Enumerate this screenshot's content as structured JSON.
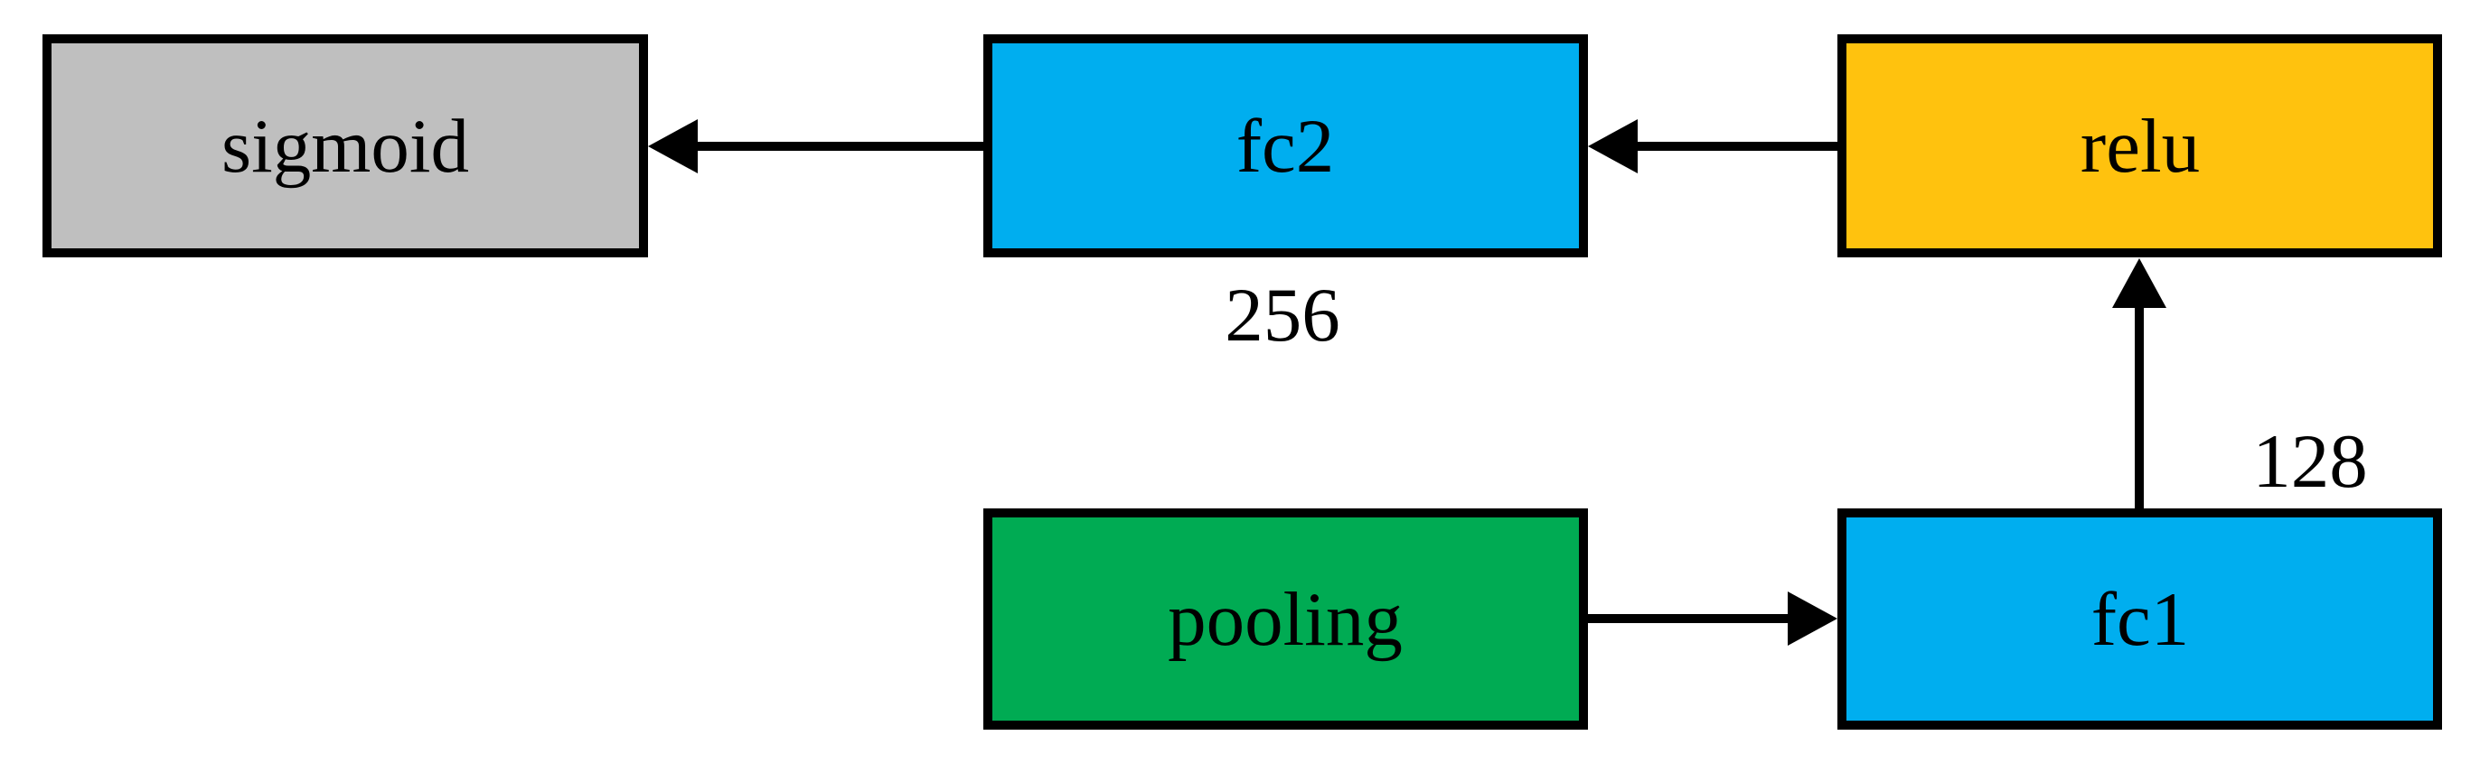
{
  "diagram": {
    "kind": "neural-network-flowchart",
    "background_color": "#FFFFFF",
    "edge_color": "#000000",
    "nodes": {
      "sigmoid": {
        "label": "sigmoid",
        "color": "#BFBFBF"
      },
      "fc2": {
        "label": "fc2",
        "color": "#00AEEF"
      },
      "relu": {
        "label": "relu",
        "color": "#FFC20E"
      },
      "pooling": {
        "label": "pooling",
        "color": "#00AB53"
      },
      "fc1": {
        "label": "fc1",
        "color": "#00AEEF"
      }
    },
    "edges": [
      {
        "from": "pooling",
        "to": "fc1"
      },
      {
        "from": "fc1",
        "to": "relu"
      },
      {
        "from": "relu",
        "to": "fc2"
      },
      {
        "from": "fc2",
        "to": "sigmoid"
      }
    ],
    "annotations": {
      "fc2_units": "256",
      "fc1_units": "128"
    }
  }
}
